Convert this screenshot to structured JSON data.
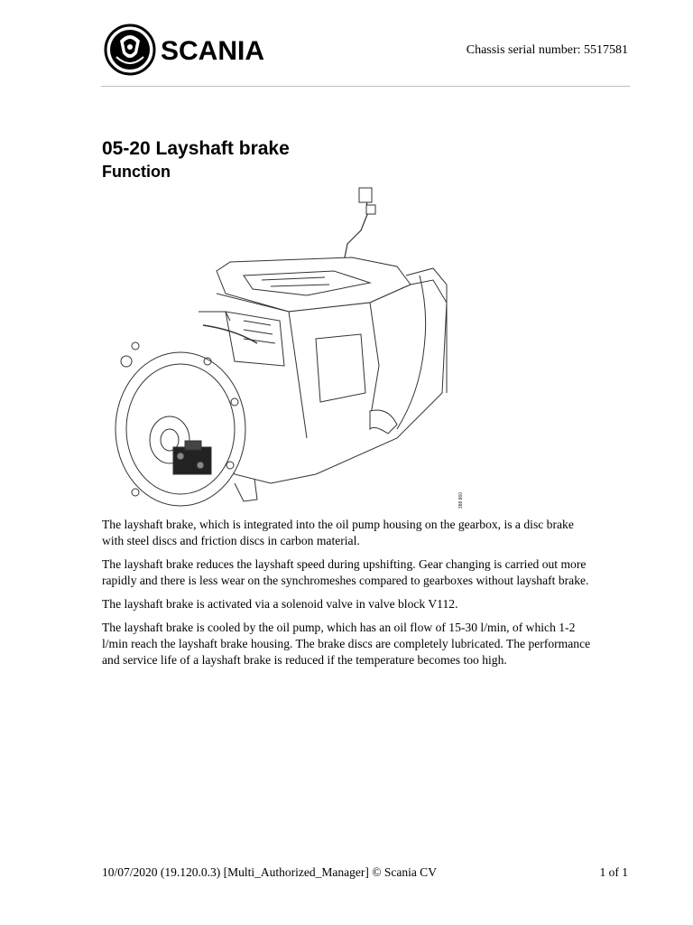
{
  "header": {
    "brand": "SCANIA",
    "chassis_serial": "Chassis serial number: 5517581"
  },
  "title": "05-20 Layshaft brake",
  "subtitle": "Function",
  "figure": {
    "icon": "gearbox-illustration",
    "id_label": "388 860"
  },
  "paragraphs": [
    "The layshaft brake, which is integrated into the oil pump housing on the gearbox, is a disc brake with steel discs and friction discs in carbon material.",
    "The layshaft brake reduces the layshaft speed during upshifting. Gear changing is carried out more rapidly and there is less wear on the synchromeshes compared to gearboxes without layshaft brake.",
    "The layshaft brake is activated via a solenoid valve in valve block V112.",
    "The layshaft brake is cooled by the oil pump, which has an oil flow of 15-30 l/min, of which 1-2 l/min reach the layshaft brake housing. The brake discs are completely lubricated. The performance and service life of a layshaft brake is reduced if the temperature becomes too high."
  ],
  "footer": {
    "left": "10/07/2020 (19.120.0.3) [Multi_Authorized_Manager] © Scania CV",
    "right": "1 of 1"
  }
}
